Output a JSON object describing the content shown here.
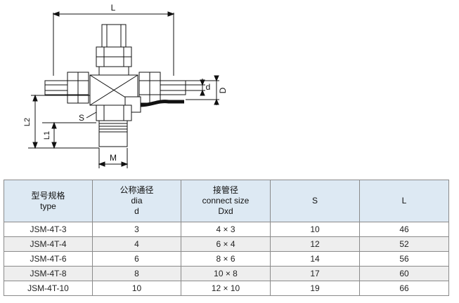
{
  "drawing": {
    "dim_labels": {
      "L": "L",
      "d": "d",
      "D": "D",
      "L2": "L2",
      "L1": "L1",
      "S": "S",
      "M": "M"
    }
  },
  "table": {
    "headers": [
      {
        "lines": [
          "型号规格",
          "type"
        ]
      },
      {
        "lines": [
          "公称通径",
          "dia",
          "d"
        ]
      },
      {
        "lines": [
          "接管径",
          "connect size",
          "Dxd"
        ]
      },
      {
        "lines": [
          "S"
        ]
      },
      {
        "lines": [
          "L"
        ]
      }
    ],
    "rows": [
      [
        "JSM-4T-3",
        "3",
        "4 × 3",
        "10",
        "46"
      ],
      [
        "JSM-4T-4",
        "4",
        "6 × 4",
        "12",
        "52"
      ],
      [
        "JSM-4T-6",
        "6",
        "8 × 6",
        "14",
        "56"
      ],
      [
        "JSM-4T-8",
        "8",
        "10 × 8",
        "17",
        "60"
      ],
      [
        "JSM-4T-10",
        "10",
        "12 × 10",
        "19",
        "66"
      ]
    ]
  }
}
